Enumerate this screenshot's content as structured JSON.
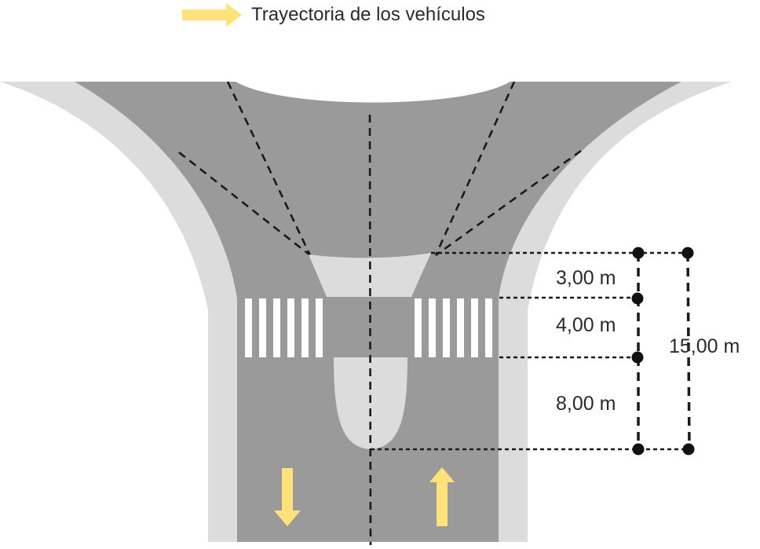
{
  "legend": {
    "label": "Trayectoria de los vehículos",
    "arrow_icon": "arrow-right-icon"
  },
  "dimensions": {
    "d1": "3,00 m",
    "d2": "4,00 m",
    "d3": "8,00 m",
    "total": "15,00 m"
  },
  "colors": {
    "road": "#9a9a9b",
    "sidewalk": "#dcdcdc",
    "island": "#dcdcdc",
    "crosswalk": "#ffffff",
    "arrow": "#ffe27a",
    "lines": "#1a1a1a"
  },
  "traffic_arrows": [
    {
      "direction": "down",
      "icon": "arrow-down-icon"
    },
    {
      "direction": "up",
      "icon": "arrow-up-icon"
    }
  ]
}
